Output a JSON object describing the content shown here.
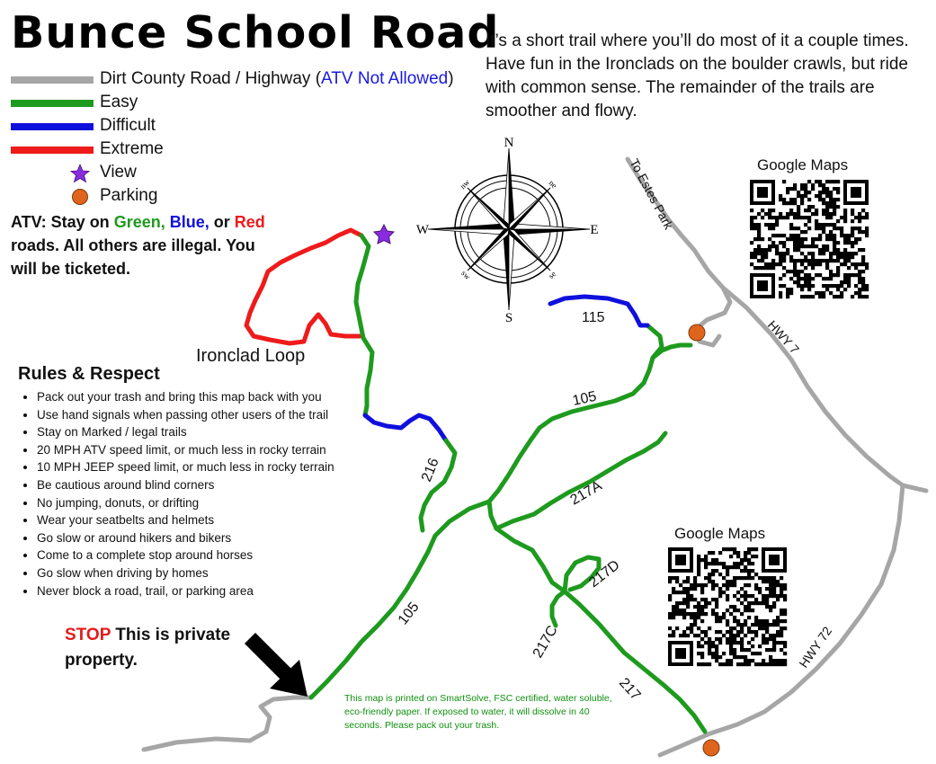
{
  "title": "Bunce School Road",
  "intro": "It’s a short trail where you’ll do most of it a couple times. Have fun in the Ironclads on the boulder crawls, but ride with common sense. The remainder of the trails are smoother and flowy.",
  "legend": {
    "dirt_road": "Dirt County Road / Highway (",
    "atv_not_allowed": "ATV Not Allowed",
    "close_paren": ")",
    "easy": "Easy",
    "difficult": "Difficult",
    "extreme": "Extreme",
    "view": "View",
    "parking": "Parking"
  },
  "colors": {
    "gray": "#a6a6a6",
    "green": "#1e9a1e",
    "blue": "#1010dd",
    "red": "#ee1b1b",
    "purple": "#8a2be2",
    "parking": "#e0651c"
  },
  "atv_notice": {
    "p1": "ATV: Stay on ",
    "green": "Green,",
    "blue": "Blue,",
    "or": " or ",
    "red": "Red",
    "p2": " roads. All others are illegal. You will be ticketed."
  },
  "rules": {
    "heading": "Rules & Respect",
    "items": [
      "Pack out your trash and bring this map back with you",
      "Use hand signals when passing other users of the trail",
      "Stay on Marked / legal trails",
      "20 MPH ATV speed limit, or much less in rocky terrain",
      "10 MPH JEEP speed limit, or much less in rocky terrain",
      "Be cautious around blind corners",
      "No jumping, donuts, or drifting",
      "Wear your seatbelts and helmets",
      "Go slow or around hikers and bikers",
      "Come to a complete stop around horses",
      "Go slow when driving by homes",
      "Never block a road, trail, or parking area"
    ]
  },
  "stop": {
    "stop": "STOP",
    "text": " This is private property."
  },
  "qr_labels": [
    "Google Maps",
    "Google Maps"
  ],
  "compass": {
    "n": "N",
    "s": "S",
    "e": "E",
    "w": "W",
    "nw": "nw",
    "ne": "ne",
    "sw": "sw",
    "se": "se"
  },
  "map_labels": {
    "ironclad": "Ironclad Loop",
    "to_estes": "To Estes Park",
    "hwy7": "HWY 7",
    "hwy72": "HWY 72",
    "r115": "115",
    "r105_top": "105",
    "r216": "216",
    "r217a": "217A",
    "r217d": "217D",
    "r217c": "217C",
    "r105_bottom": "105",
    "r217": "217"
  },
  "footnote": "This map is printed on SmartSolve, FSC certified, water soluble, eco-friendly paper. If exposed to water, it will dissolve in 40 seconds. Please pack out your trash."
}
